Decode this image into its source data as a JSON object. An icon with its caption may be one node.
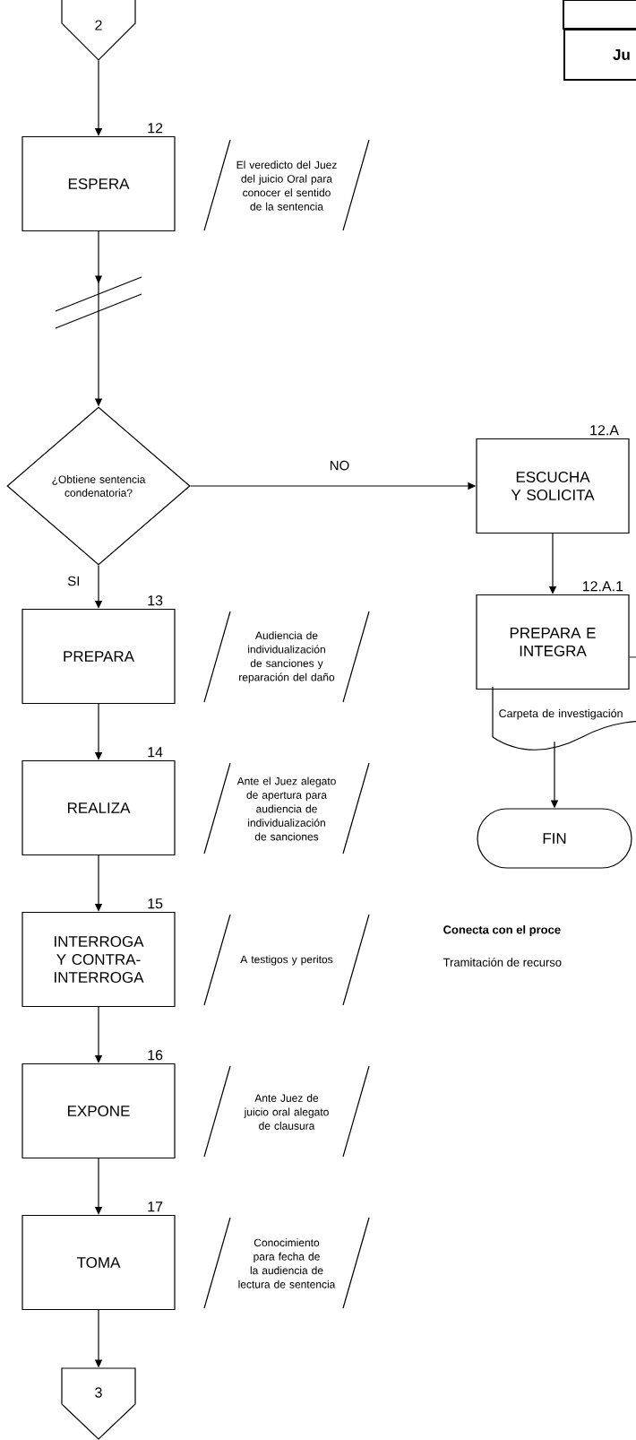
{
  "diagram": {
    "nodes": [
      {
        "text": [
          "2"
        ]
      },
      {
        "text": [
          "Ju"
        ]
      },
      {
        "text": [
          "ESPERA"
        ],
        "beside": [
          "12"
        ]
      },
      {
        "text": [
          "El veredicto del Juez del juicio Oral para conocer el sentido de la sentencia"
        ]
      },
      {
        "text": [
          "¿Obtiene sentencia condenatoria?"
        ]
      },
      {
        "text": [
          "ESCUCHA Y SOLICITA"
        ],
        "beside": [
          "12.A"
        ]
      },
      {
        "text": [
          "PREPARA E INTEGRA"
        ],
        "beside": [
          "12.A.1"
        ]
      },
      {
        "text": [
          "Carpeta de investigación"
        ]
      },
      {
        "text": [
          "FIN"
        ]
      },
      {
        "text": [
          "PREPARA"
        ],
        "beside": [
          "13"
        ]
      },
      {
        "text": [
          "Audiencia de individualización de sanciones y reparación del daño"
        ]
      },
      {
        "text": [
          "REALIZA"
        ],
        "beside": [
          "14"
        ]
      },
      {
        "text": [
          "Ante el Juez alegato de apertura para audiencia de individualización de sanciones"
        ]
      },
      {
        "text": [
          "INTERROGA Y CONTRA- INTERROGA"
        ],
        "beside": [
          "15"
        ]
      },
      {
        "text": [
          "A testigos y peritos"
        ]
      },
      {
        "text": [
          "EXPONE"
        ],
        "beside": [
          "16"
        ]
      },
      {
        "text": [
          "Ante Juez de juicio oral alegato de clausura"
        ]
      },
      {
        "text": [
          "TOMA"
        ],
        "beside": [
          "17"
        ]
      },
      {
        "text": [
          "Conocimiento para fecha de la audiencia de lectura de sentencia"
        ]
      },
      {
        "text": [
          "3"
        ]
      }
    ],
    "edges": [
      {
        "from": 0,
        "to": 2,
        "arrow": "to"
      },
      {
        "from": 2,
        "to": 4,
        "arrow": "to"
      },
      {
        "from": 4,
        "to": 5,
        "arrow": "to",
        "label": "NO"
      },
      {
        "from": 4,
        "to": 9,
        "arrow": "to",
        "label": "SI"
      },
      {
        "from": 5,
        "to": 6,
        "arrow": "to"
      },
      {
        "from": 6,
        "to": null,
        "arrow": "none"
      },
      {
        "from": 7,
        "to": 8,
        "arrow": "to"
      },
      {
        "from": 9,
        "to": 11,
        "arrow": "to"
      },
      {
        "from": 11,
        "to": 13,
        "arrow": "to"
      },
      {
        "from": 13,
        "to": 15,
        "arrow": "to"
      },
      {
        "from": 15,
        "to": 17,
        "arrow": "to"
      },
      {
        "from": 17,
        "to": 19,
        "arrow": "to"
      }
    ],
    "labels": [
      "Conecta con el proce",
      "Tramitación de recurso"
    ]
  }
}
